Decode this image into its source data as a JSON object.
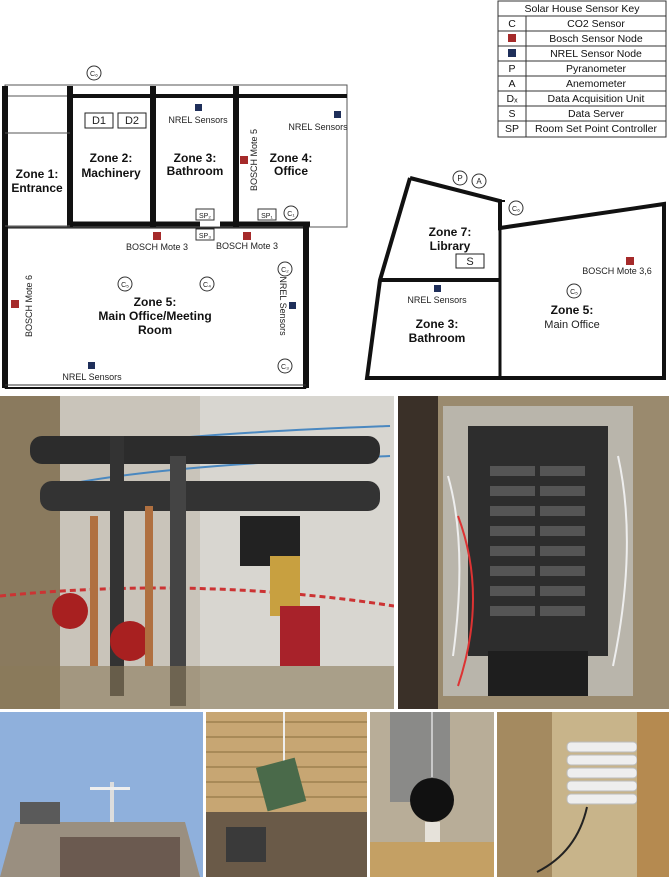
{
  "key": {
    "title": "Solar House Sensor Key",
    "rows": [
      {
        "symbol": "C",
        "symbol_type": "text",
        "label": "CO2 Sensor"
      },
      {
        "symbol": "",
        "symbol_type": "bosch-square",
        "label": "Bosch Sensor Node"
      },
      {
        "symbol": "",
        "symbol_type": "nrel-square",
        "label": "NREL Sensor Node"
      },
      {
        "symbol": "P",
        "symbol_type": "text",
        "label": "Pyranometer"
      },
      {
        "symbol": "A",
        "symbol_type": "text",
        "label": "Anemometer"
      },
      {
        "symbol": "Dₓ",
        "symbol_type": "text",
        "label": "Data Acquisition Unit"
      },
      {
        "symbol": "S",
        "symbol_type": "text",
        "label": "Data Server"
      },
      {
        "symbol": "SP",
        "symbol_type": "text",
        "label": "Room Set Point Controller"
      }
    ]
  },
  "colors": {
    "bosch": "#a52a2a",
    "nrel": "#1f2f5a",
    "wall": "#111111"
  },
  "plan_left": {
    "zone1": [
      "Zone 1:",
      "Entrance"
    ],
    "zone2": [
      "Zone 2:",
      "Machinery"
    ],
    "zone3": [
      "Zone 3:",
      "Bathroom"
    ],
    "zone4": [
      "Zone 4:",
      "Office"
    ],
    "zone5": [
      "Zone 5:",
      "Main Office/Meeting",
      "Room"
    ],
    "d1": "D1",
    "d2": "D2",
    "c6": "C₆",
    "c1": "C₁",
    "c2": "C₂",
    "c3": "C₃",
    "c4": "C₄",
    "c5": "C₅",
    "sp1": "SP₁",
    "sp2": "SP₂",
    "sp3": "SP₃",
    "nrel_zone3": "NREL Sensors",
    "nrel_zone4": "NREL Sensors",
    "nrel_zone5_bottom": "NREL Sensors",
    "nrel_zone5_right": "NREL Sensors",
    "bosch_mote5": "BOSCH Mote 5",
    "bosch_mote6": "BOSCH Mote 6",
    "bosch_mote3_left": "BOSCH Mote 3",
    "bosch_mote3_right": "BOSCH Mote 3"
  },
  "plan_right": {
    "zone7": [
      "Zone 7:",
      "Library"
    ],
    "zone3": [
      "Zone 3:",
      "Bathroom"
    ],
    "zone5": [
      "Zone 5:",
      "Main Office"
    ],
    "p": "P",
    "a": "A",
    "s": "S",
    "c6": "C₆",
    "c5": "C₅",
    "nrel": "NREL Sensors",
    "bosch": "BOSCH Mote 3,6"
  }
}
